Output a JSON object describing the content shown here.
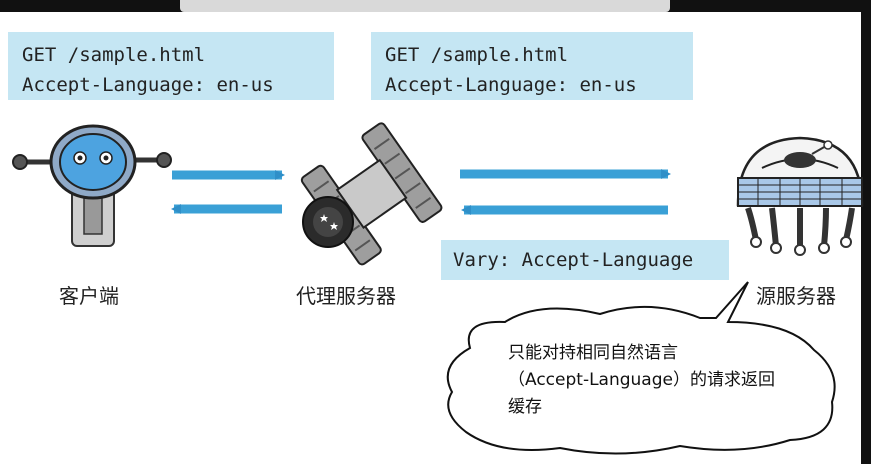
{
  "request_left": {
    "line1": "GET /sample.html",
    "line2": "Accept-Language: en-us"
  },
  "request_right": {
    "line1": "GET /sample.html",
    "line2": "Accept-Language: en-us"
  },
  "vary_header": "Vary: Accept-Language",
  "nodes": {
    "client": "客户端",
    "proxy": "代理服务器",
    "origin": "源服务器"
  },
  "bubble": {
    "line1": "只能对持相同自然语言",
    "line2": "（Accept-Language）的请求返回",
    "line3": "缓存"
  },
  "colors": {
    "box_fill": "#c5e6f3",
    "arrow": "#3aa0d6",
    "robot_blue": "#4da3e0"
  }
}
